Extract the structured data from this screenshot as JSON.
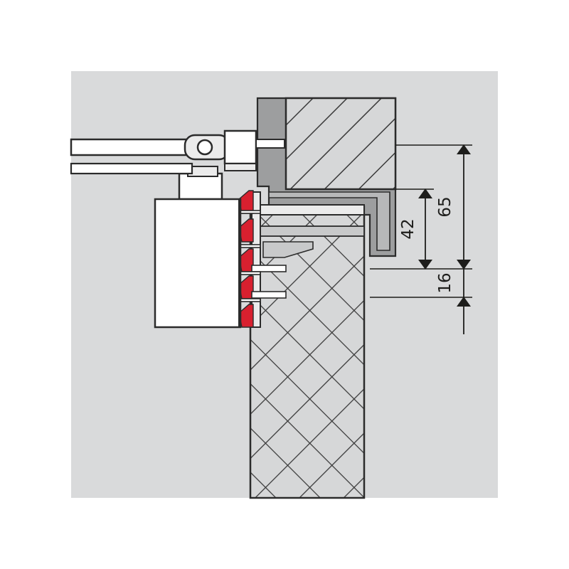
{
  "diagram": {
    "dimensions": [
      {
        "label": "65",
        "value": 65
      },
      {
        "label": "42",
        "value": 42
      },
      {
        "label": "16",
        "value": 16
      }
    ]
  },
  "colors": {
    "background": "#ffffff",
    "panel": "#d9dadb",
    "outline": "#2b2b2b",
    "frame_gray": "#9d9e9f",
    "seal_red": "#d8202f",
    "hatch": "#3a3a3a",
    "closer_body": "#ffffff",
    "mounting_plate": "#ebebeb"
  }
}
